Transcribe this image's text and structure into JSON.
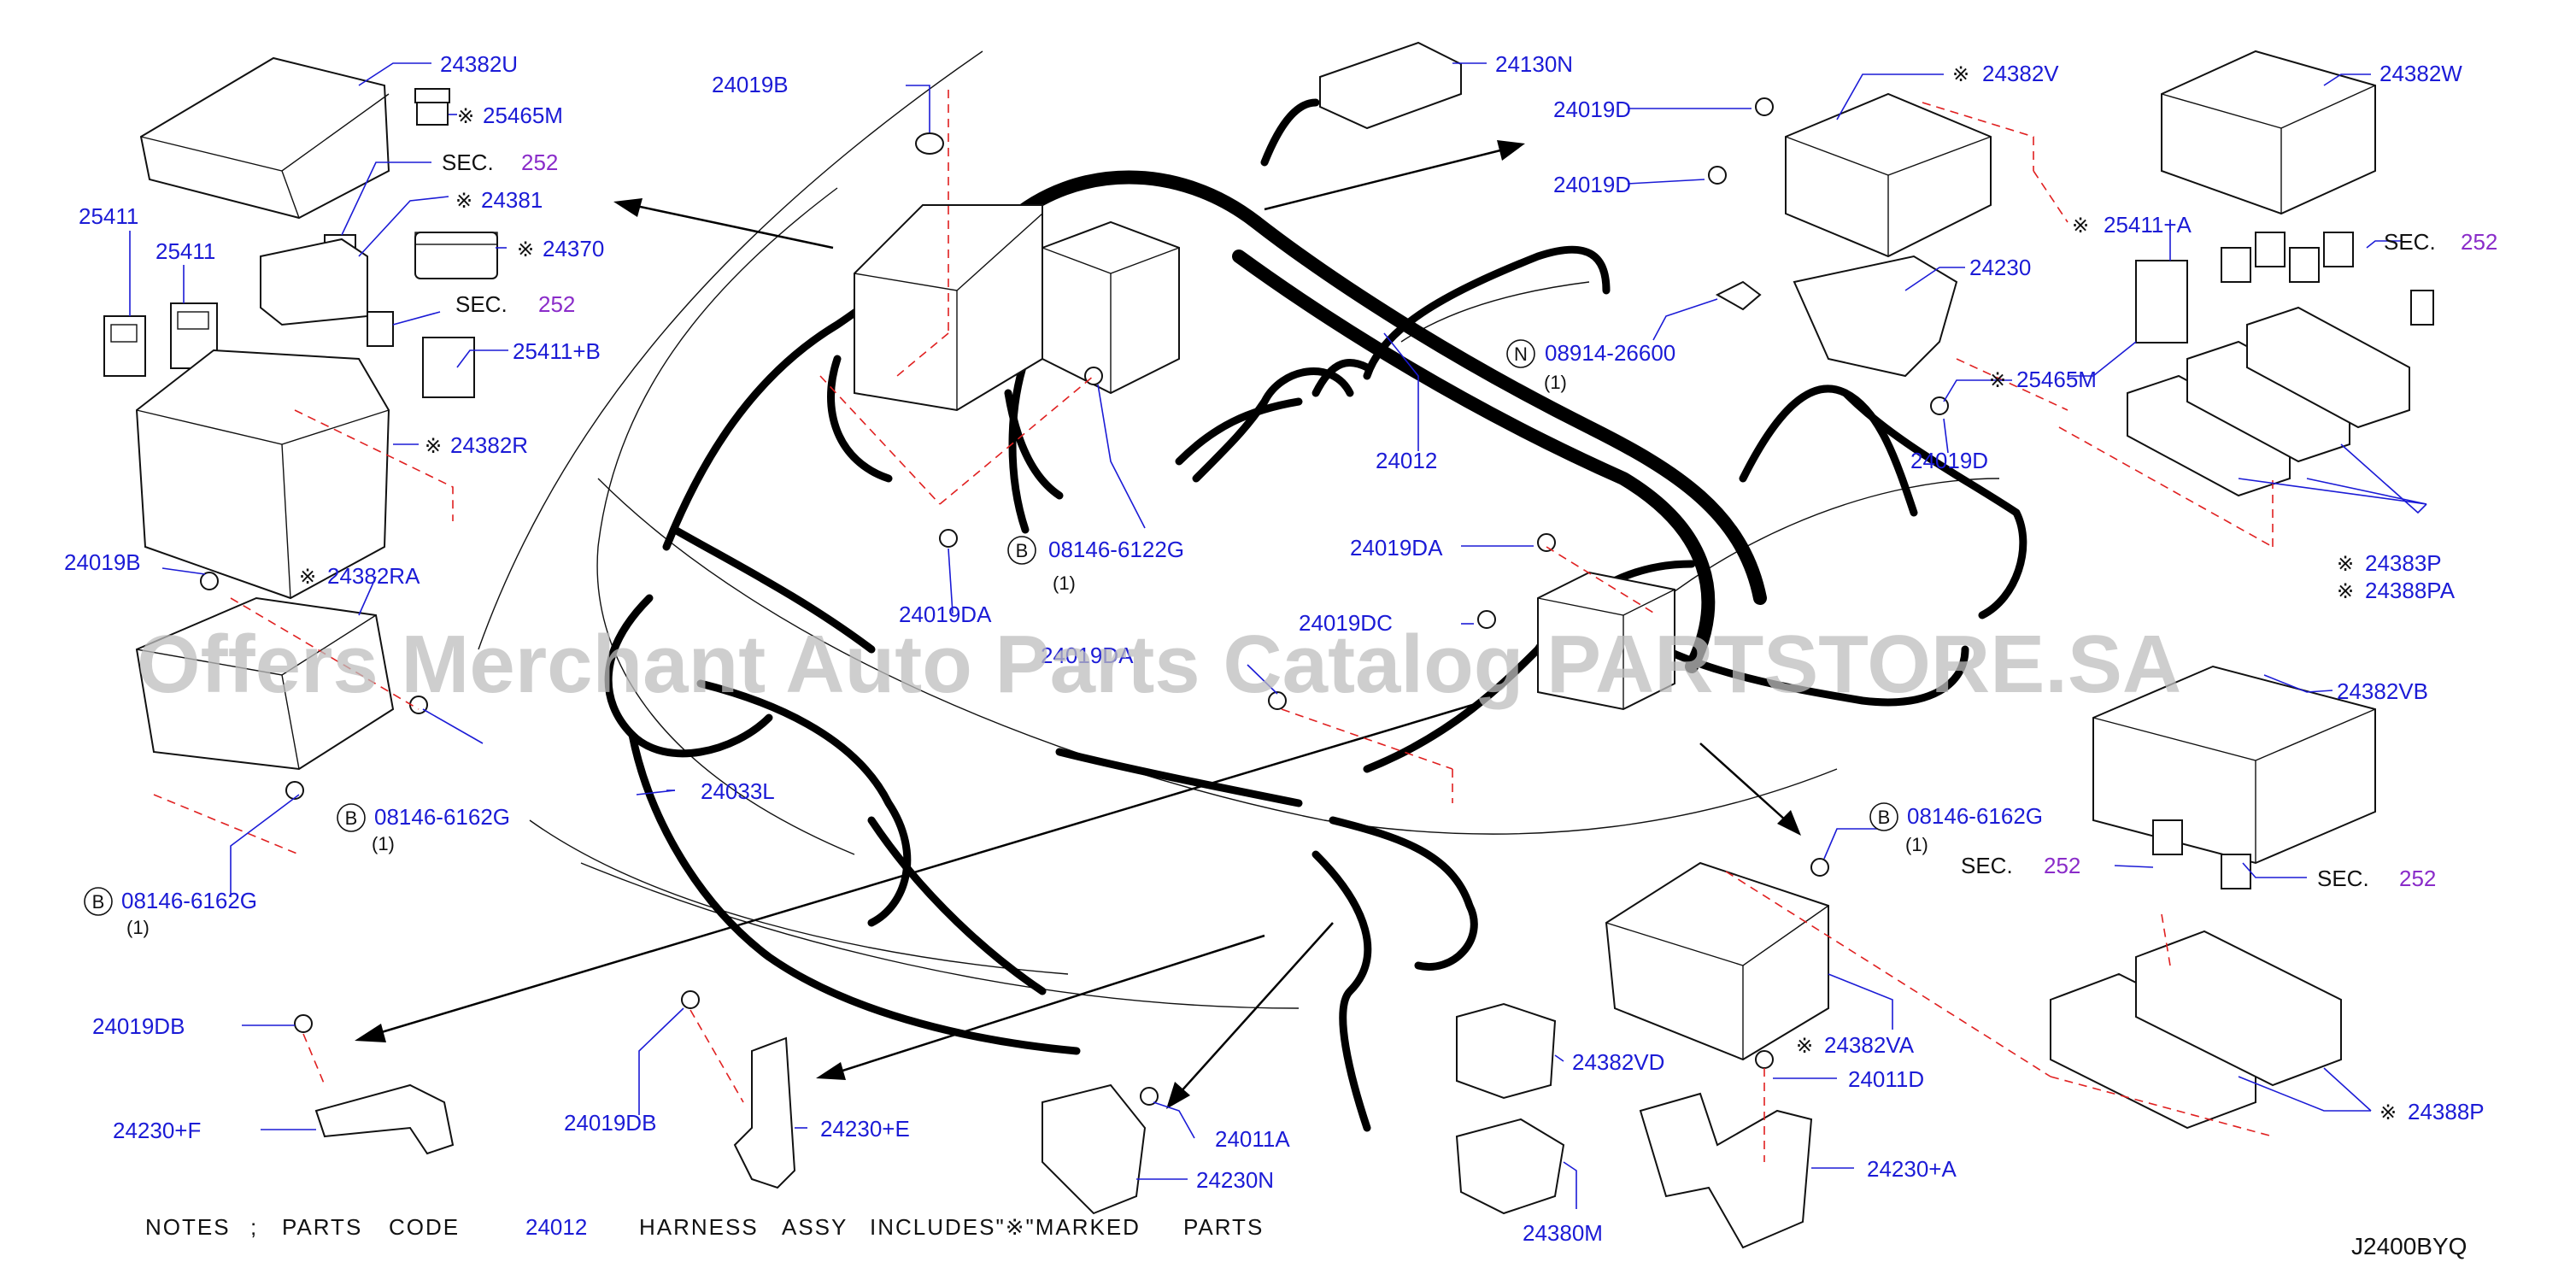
{
  "diagram_code": "J2400BYQ",
  "watermark": "Offers Merchant Auto Parts Catalog PARTSTORE.SA",
  "notes": {
    "prefix": "NOTES",
    "sep": ";",
    "parts": "PARTS",
    "code": "CODE",
    "code_value": "24012",
    "harness": "HARNESS",
    "assy": "ASSY",
    "includes": "INCLUDES\"※\"MARKED",
    "marked_parts": "PARTS"
  },
  "mark_symbol": "※",
  "sec_label": "SEC.",
  "sec_number": "252",
  "qty_label": "(1)",
  "bolt_b": "B",
  "bolt_n": "N",
  "labels": {
    "p24382U": "24382U",
    "p25465M_a": "25465M",
    "p25411_a": "25411",
    "p25411_b": "25411",
    "p24381": "24381",
    "p24370": "24370",
    "p25411B": "25411+B",
    "p24382R": "24382R",
    "p24019B_a": "24019B",
    "p24382RA": "24382RA",
    "p08146_6162G_a": "08146-6162G",
    "p08146_6162G_b": "08146-6162G",
    "p24019B_b": "24019B",
    "p24019DA_a": "24019DA",
    "p08146_6122G": "08146-6122G",
    "p24019DA_b": "24019DA",
    "p24019DA_c": "24019DA",
    "p24033L": "24033L",
    "p24130N": "24130N",
    "p24019D_a": "24019D",
    "p24019D_b": "24019D",
    "p24382V": "24382V",
    "p24230": "24230",
    "p08914_26600": "08914-26600",
    "p25465M_b": "25465M",
    "p24012": "24012",
    "p24019D_c": "24019D",
    "p24019DC": "24019DC",
    "p24382W": "24382W",
    "p25411A": "25411+A",
    "p24383P": "24383P",
    "p24388PA": "24388PA",
    "p24382VB": "24382VB",
    "p08146_6162G_c": "08146-6162G",
    "p24382VA": "24382VA",
    "p24011D": "24011D",
    "p24230A": "24230+A",
    "p24388P": "24388P",
    "p24382VD": "24382VD",
    "p24380M": "24380M",
    "p24019DB_a": "24019DB",
    "p24230F": "24230+F",
    "p24019DB_b": "24019DB",
    "p24230E": "24230+E",
    "p24011A": "24011A",
    "p24230N": "24230N"
  }
}
